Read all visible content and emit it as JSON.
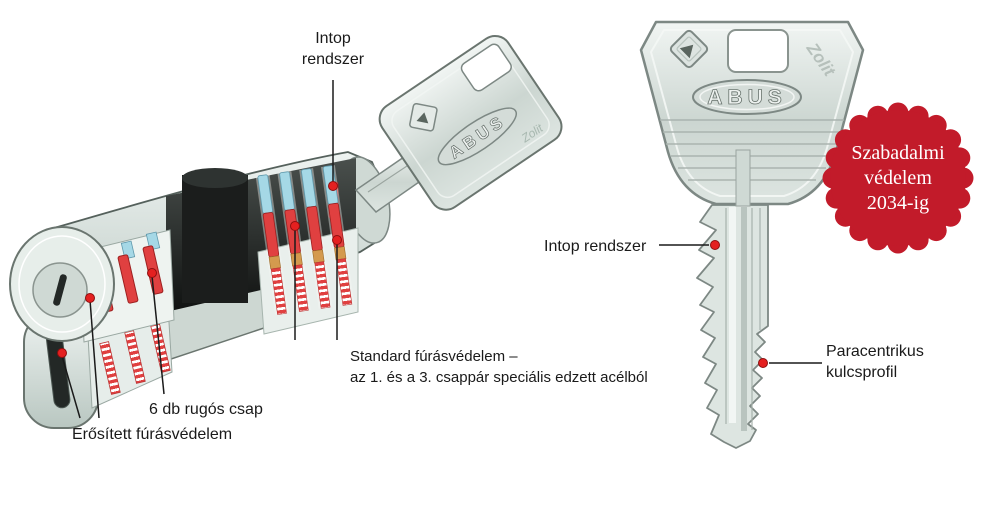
{
  "labels": {
    "intop_left": "Intop\nrendszer",
    "standard": "Standard fúrásvédelem –\naz 1. és a 3. csappár speciális edzett acélból",
    "springs": "6 db rugós csap",
    "reinforced": "Erősített fúrásvédelem",
    "intop_right": "Intop rendszer",
    "profile": "Paracentrikus\nkulcsprofil"
  },
  "badge": {
    "text": "Szabadalmi\nvédelem\n2034-ig",
    "color": "#c21b2a"
  },
  "brand": {
    "name": "ABUS",
    "model": "Zolit"
  },
  "colors": {
    "pin_red": "#e04040",
    "pin_cyan": "#a5d8e6",
    "metal": "#ccd6d1",
    "accent_red": "#c21b2a"
  }
}
